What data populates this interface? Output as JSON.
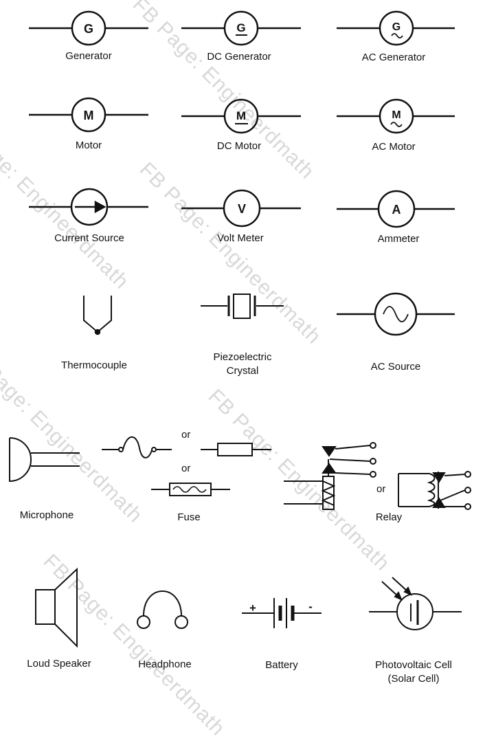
{
  "labels": {
    "generator": "Generator",
    "dc_generator": "DC Generator",
    "ac_generator": "AC Generator",
    "motor": "Motor",
    "dc_motor": "DC Motor",
    "ac_motor": "AC Motor",
    "current_source": "Current Source",
    "volt_meter": "Volt Meter",
    "ammeter": "Ammeter",
    "thermocouple": "Thermocouple",
    "piezo_line1": "Piezoelectric",
    "piezo_line2": "Crystal",
    "ac_source": "AC Source",
    "microphone": "Microphone",
    "fuse": "Fuse",
    "relay": "Relay",
    "loud_speaker": "Loud Speaker",
    "headphone": "Headphone",
    "battery": "Battery",
    "pv_line1": "Photovoltaic Cell",
    "pv_line2": "(Solar Cell)"
  },
  "letters": {
    "g": "G",
    "m": "M",
    "v": "V",
    "a": "A",
    "plus": "+",
    "minus": "-"
  },
  "or_text": "or",
  "watermark": "FB Page: Engineerdmath"
}
